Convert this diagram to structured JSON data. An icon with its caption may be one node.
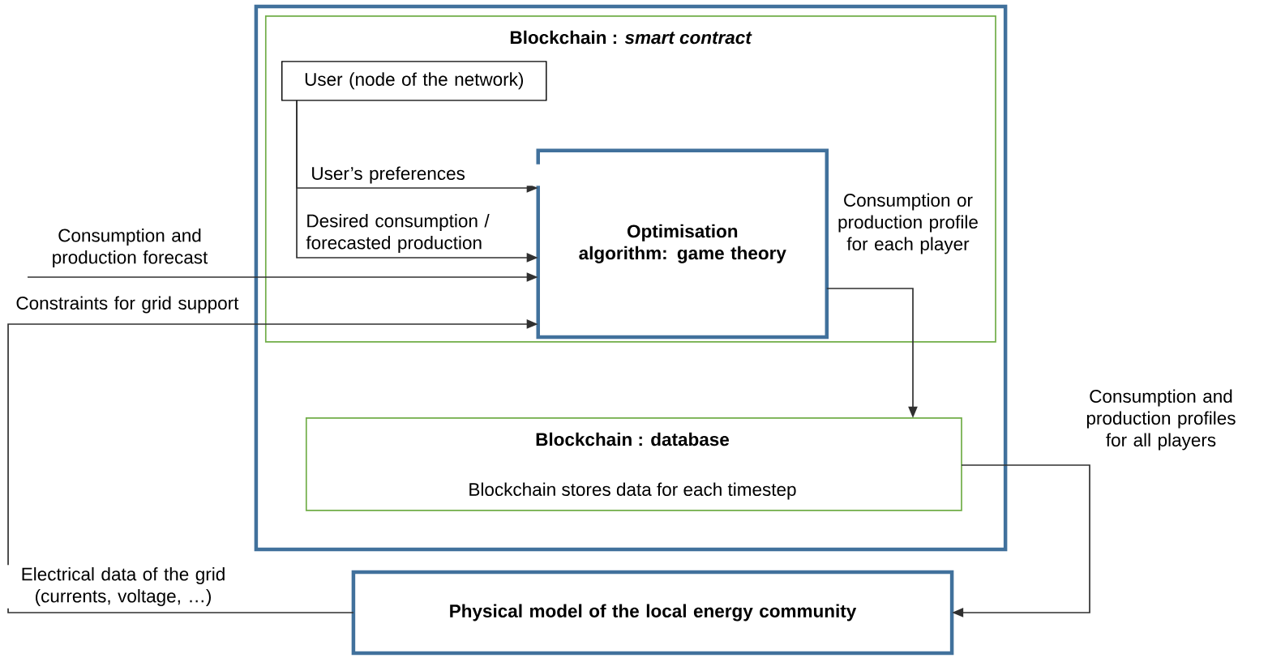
{
  "diagram": {
    "nodes": [
      {
        "text": [],
        "shape": "box"
      },
      {
        "text": [
          "Blockchain : *smart contract*"
        ],
        "in": 0
      },
      {
        "text": [
          "User (node of the network)"
        ],
        "in": 1
      },
      {
        "text": [
          "Optimisation algorithm: game theory"
        ],
        "in": 1
      },
      {
        "text": [
          "Blockchain : database",
          "Blockchain stores data for each timestep"
        ],
        "in": 0
      },
      {
        "text": [
          "Physical model of the local energy community"
        ]
      }
    ],
    "edges": [
      {
        "from": 2,
        "to": 3,
        "arrow": "to",
        "label": "User’s preferences"
      },
      {
        "from": 2,
        "to": 3,
        "arrow": "to",
        "label": "Desired consumption / forecasted production"
      },
      {
        "from": null,
        "to": 3,
        "arrow": "to",
        "label": "Consumption and production forecast"
      },
      {
        "from": 5,
        "to": 3,
        "arrow": "to",
        "label": "Electrical data of the grid (currents, voltage, …)"
      },
      {
        "from": 3,
        "to": 4,
        "arrow": "to",
        "label": "Consumption or production profile for each player"
      },
      {
        "from": 4,
        "to": 5,
        "arrow": "to",
        "label": "Consumption and production profiles for all players"
      }
    ],
    "labels": [
      "Constraints for grid support"
    ]
  }
}
